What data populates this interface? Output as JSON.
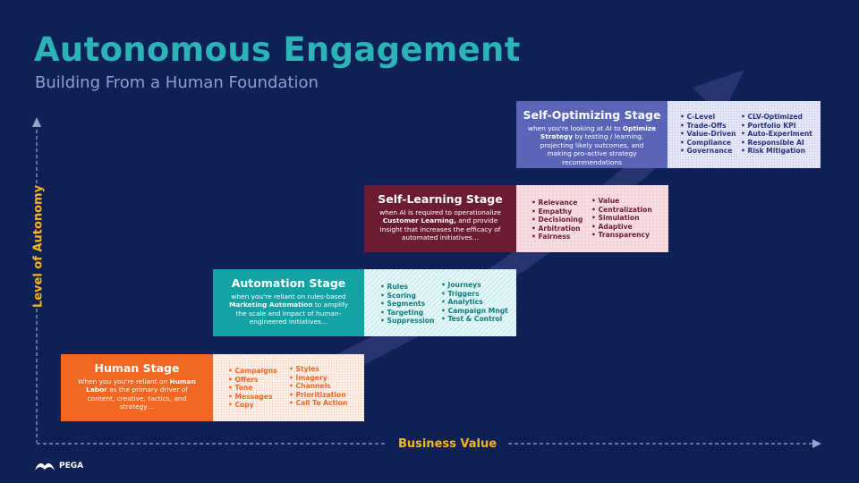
{
  "title": "Autonomous Engagement",
  "subtitle": "Building From a Human Foundation",
  "y_axis_label": "Level of Autonomy",
  "x_axis_label": "Business Value",
  "logo": "PEGA",
  "stages": [
    {
      "title": "Human Stage",
      "desc_pre": "When you you're reliant on ",
      "desc_bold": "Human Labor",
      "desc_post": " as the primary driver of content, creative, tactics, and strategy…",
      "list1": [
        "Campaigns",
        "Offers",
        "Tone",
        "Messages",
        "Copy"
      ],
      "list2": [
        "Styles",
        "Imagery",
        "Channels",
        "Prioritization",
        "Call To Action"
      ]
    },
    {
      "title": "Automation Stage",
      "desc_pre": "when you're reliant on rules-based ",
      "desc_bold": "Marketing Automation",
      "desc_post": " to amplify the scale and impact of human-engineered initiatives…",
      "list1": [
        "Rules",
        "Scoring",
        "Segments",
        "Targeting",
        "Suppression"
      ],
      "list2": [
        "Journeys",
        "Triggers",
        "Analytics",
        "Campaign Mngt",
        "Test & Control"
      ]
    },
    {
      "title": "Self-Learning Stage",
      "desc_pre": "when AI is required to operationalize ",
      "desc_bold": "Customer Learning,",
      "desc_post": " and provide insight that increases the efficacy of automated initiatives…",
      "list1": [
        "Relevance",
        "Empathy",
        "Decisioning",
        "Arbitration",
        "Fairness"
      ],
      "list2": [
        "Value",
        "Centralization",
        "Simulation",
        "Adaptive",
        "Transparency"
      ]
    },
    {
      "title": "Self-Optimizing Stage",
      "desc_pre": "when you're looking at AI to ",
      "desc_bold": "Optimize Strategy",
      "desc_post": " by testing / learning, projecting likely outcomes, and making pro-active strategy recommendations",
      "list1": [
        "C-Level",
        "Trade-Offs",
        "Value-Driven",
        "Compliance",
        "Governance"
      ],
      "list2": [
        "CLV-Optimized",
        "Portfolio KPI",
        "Auto-Experiment",
        "Responsible AI",
        "Risk Mitigation"
      ]
    }
  ],
  "colors": {
    "background": "#0f2057",
    "title": "#2cb3b5",
    "axis_label": "#f3b61f",
    "human": "#f26722",
    "automation": "#14a3a5",
    "learning": "#6b1c33",
    "optimizing": "#5b65b8"
  }
}
